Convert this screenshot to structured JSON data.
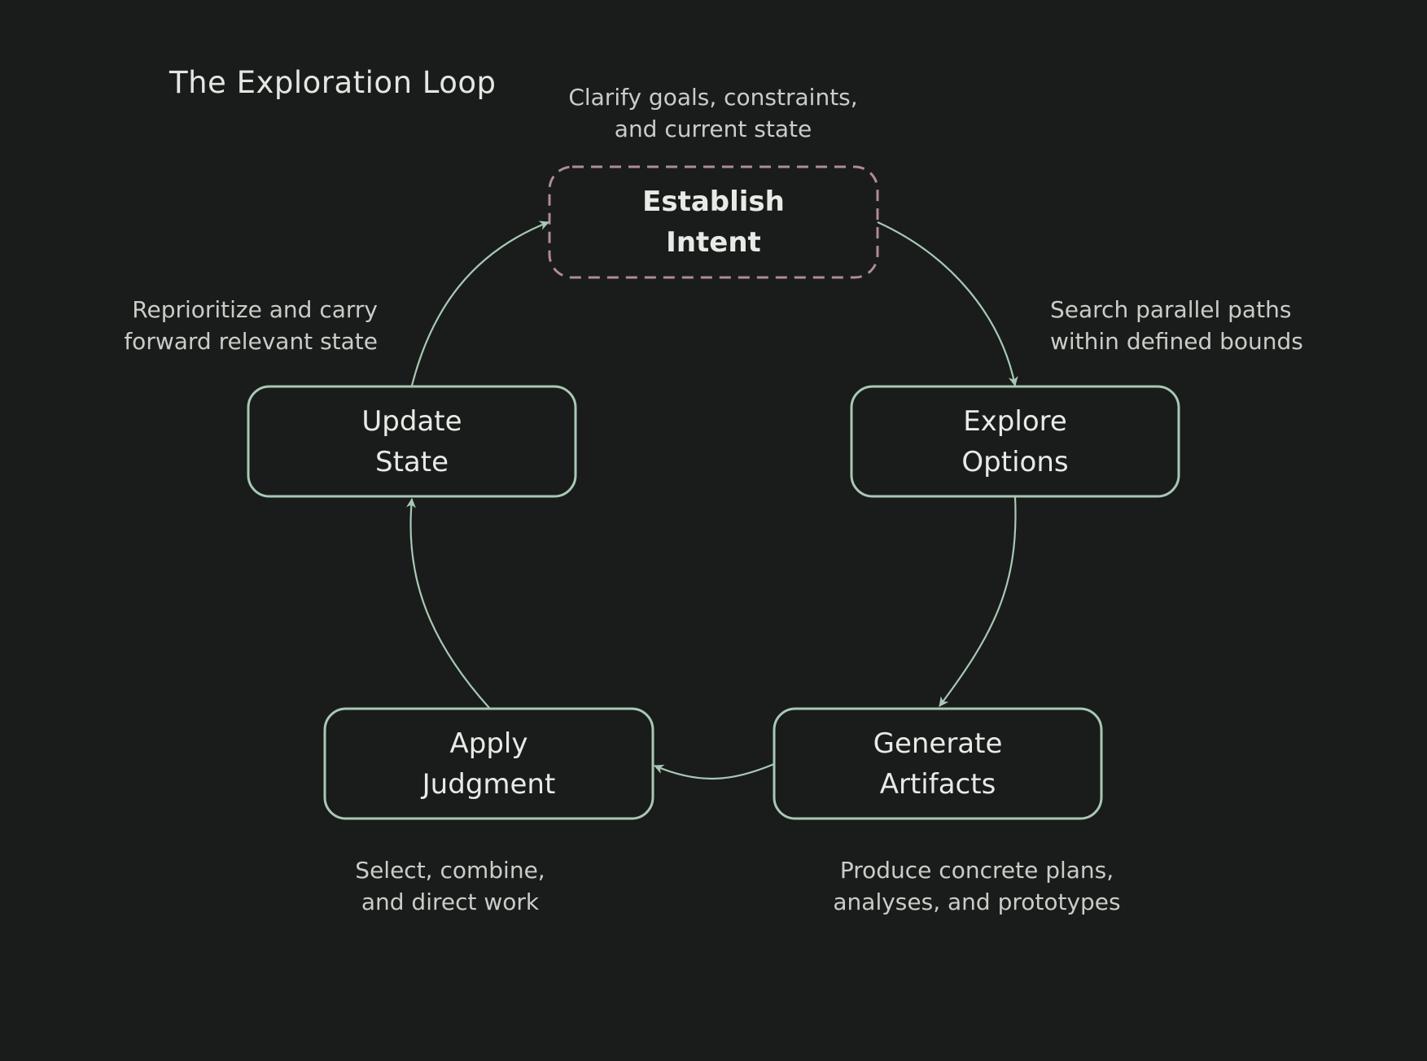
{
  "title": "The Exploration Loop",
  "colors": {
    "background": "#191c1b",
    "node_stroke": "#a8c8b4",
    "start_node_stroke": "#b08a9c",
    "arrow": "#a8c8b4",
    "text": "#e8eae6",
    "annotation": "#c9cdc7"
  },
  "nodes": [
    {
      "id": "establish",
      "lines": [
        "Establish",
        "Intent"
      ],
      "style": "dashed-bold",
      "annotation": [
        "Clarify goals, constraints,",
        "and current state"
      ]
    },
    {
      "id": "explore",
      "lines": [
        "Explore",
        "Options"
      ],
      "style": "solid",
      "annotation": [
        "Search parallel paths",
        "within defined bounds"
      ]
    },
    {
      "id": "generate",
      "lines": [
        "Generate",
        "Artifacts"
      ],
      "style": "solid",
      "annotation": [
        "Produce concrete plans,",
        "analyses, and prototypes"
      ]
    },
    {
      "id": "apply",
      "lines": [
        "Apply",
        "Judgment"
      ],
      "style": "solid",
      "annotation": [
        "Select, combine,",
        "and direct work"
      ]
    },
    {
      "id": "update",
      "lines": [
        "Update",
        "State"
      ],
      "style": "solid",
      "annotation": [
        "Reprioritize and carry",
        "forward relevant state"
      ]
    }
  ],
  "edges": [
    {
      "from": "establish",
      "to": "explore"
    },
    {
      "from": "explore",
      "to": "generate"
    },
    {
      "from": "generate",
      "to": "apply"
    },
    {
      "from": "apply",
      "to": "update"
    },
    {
      "from": "update",
      "to": "establish"
    }
  ]
}
